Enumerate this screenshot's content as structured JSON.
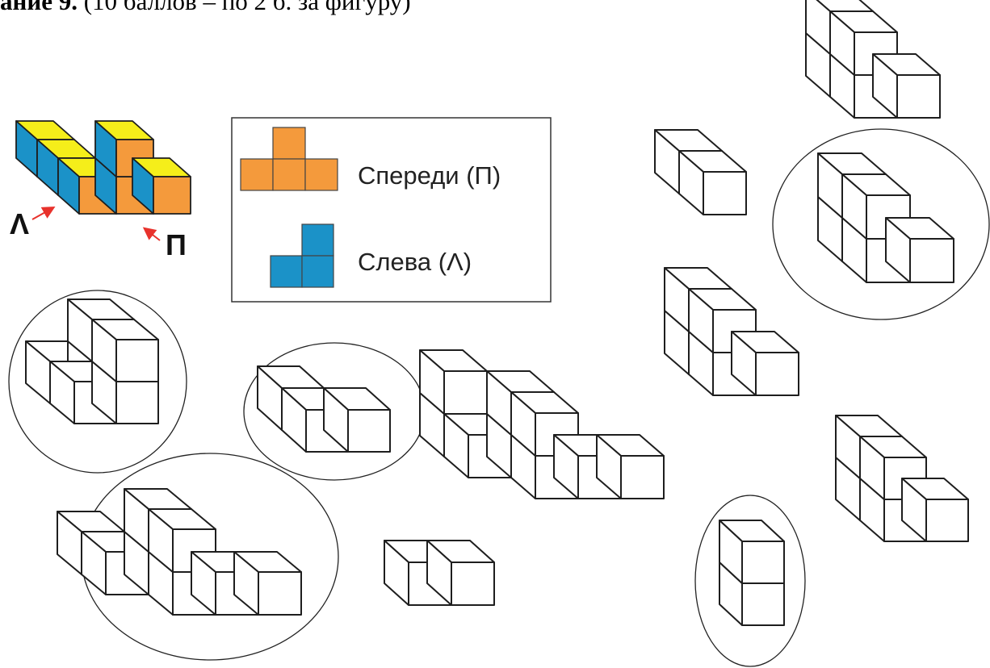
{
  "header": {
    "task_label": "ание 9.",
    "task_points": " (10 баллов – по 2 б. за фигуру)"
  },
  "sample": {
    "left_marker": "Λ",
    "front_marker": "П"
  },
  "legend": {
    "front_label": "Спереди (П)",
    "left_label": "Слева (Λ)"
  },
  "colors": {
    "top_face": "#f5ee1a",
    "front_face": "#f49a3c",
    "side_face": "#1b92c8",
    "arrow": "#e8322c",
    "outline": "#1e1e1e"
  },
  "figures": [
    {
      "id": 1,
      "circled": true
    },
    {
      "id": 2,
      "circled": true
    },
    {
      "id": 3,
      "circled": true
    },
    {
      "id": 4,
      "circled": false
    },
    {
      "id": 5,
      "circled": false
    },
    {
      "id": 6,
      "circled": false
    },
    {
      "id": 7,
      "circled": true
    },
    {
      "id": 8,
      "circled": false
    },
    {
      "id": 9,
      "circled": false
    },
    {
      "id": 10,
      "circled": true
    },
    {
      "id": 11,
      "circled": false
    }
  ]
}
